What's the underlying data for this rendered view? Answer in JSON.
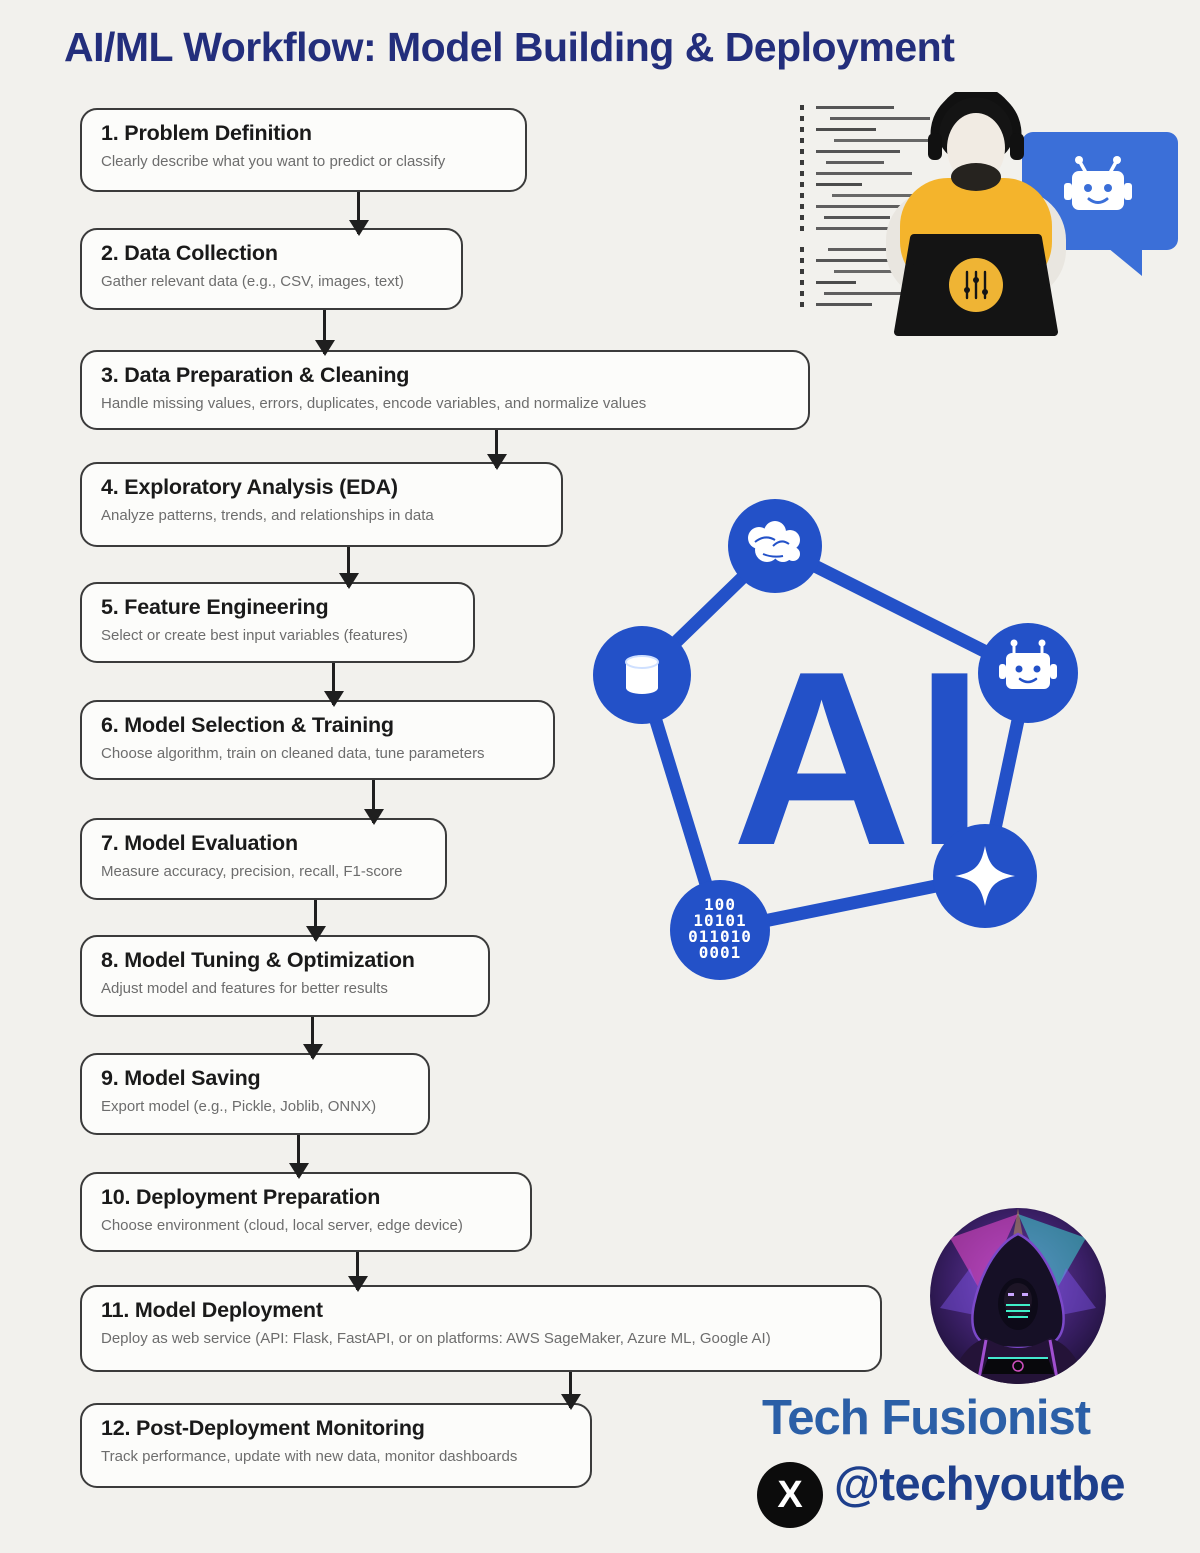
{
  "title": "AI/ML Workflow: Model Building & Deployment",
  "steps": [
    {
      "heading": "1. Problem Definition",
      "description": "Clearly describe what you want to predict or classify"
    },
    {
      "heading": "2. Data Collection",
      "description": "Gather relevant data (e.g., CSV, images, text)"
    },
    {
      "heading": "3. Data Preparation & Cleaning",
      "description": "Handle missing values, errors, duplicates, encode variables, and normalize values"
    },
    {
      "heading": "4. Exploratory Analysis (EDA)",
      "description": "Analyze patterns, trends, and relationships in data"
    },
    {
      "heading": "5. Feature Engineering",
      "description": "Select or create best input variables (features)"
    },
    {
      "heading": "6. Model Selection & Training",
      "description": "Choose algorithm, train on cleaned data, tune parameters"
    },
    {
      "heading": "7. Model Evaluation",
      "description": "Measure accuracy, precision, recall, F1-score"
    },
    {
      "heading": "8. Model Tuning & Optimization",
      "description": "Adjust model and features for better results"
    },
    {
      "heading": "9. Model Saving",
      "description": "Export model (e.g., Pickle, Joblib, ONNX)"
    },
    {
      "heading": "10. Deployment Preparation",
      "description": "Choose environment (cloud, local server, edge device)"
    },
    {
      "heading": "11. Model Deployment",
      "description": "Deploy as web service (API: Flask, FastAPI, or on platforms: AWS SageMaker, Azure ML, Google AI)"
    },
    {
      "heading": "12. Post-Deployment Monitoring",
      "description": "Track performance, update with new data, monitor dashboards"
    }
  ],
  "ai_network": {
    "center_label": "AI",
    "binary_lines": [
      "100",
      "10101",
      "011010",
      "0001"
    ],
    "node_icons": [
      "brain-icon",
      "database-icon",
      "robot-icon",
      "sparkle-icon",
      "binary-circle"
    ],
    "accent_color": "#2351c8"
  },
  "coder_illustration": {
    "icons": [
      "code-lines",
      "chat-bubble-robot-icon",
      "person-headphones",
      "laptop-sliders-icon"
    ],
    "bubble_color": "#3b6fd8",
    "shirt_color": "#f3b32b"
  },
  "footer": {
    "brand_name": "Tech Fusionist",
    "handle": "@techyoutbe",
    "social_icon": "x-logo-icon",
    "brand_color": "#2b5fa7",
    "handle_color": "#1e3f8c"
  },
  "colors": {
    "background": "#f2f1ed",
    "title": "#232e7c",
    "box_border": "#3b3b3b",
    "heading_text": "#1a1a1a",
    "description_text": "#6d6d6d",
    "arrow": "#1f1f1f"
  }
}
